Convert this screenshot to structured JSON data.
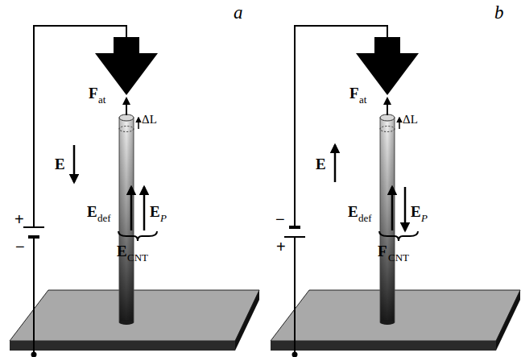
{
  "diagram": {
    "labels": [
      "a",
      "F",
      "at",
      "ΔL",
      "E",
      "E",
      "def",
      "E",
      "P",
      "E",
      "CNT",
      "+",
      "−",
      "b",
      "F",
      "at",
      "ΔL",
      "E",
      "E",
      "def",
      "E",
      "P",
      "F",
      "CNT",
      "−",
      "+"
    ]
  }
}
